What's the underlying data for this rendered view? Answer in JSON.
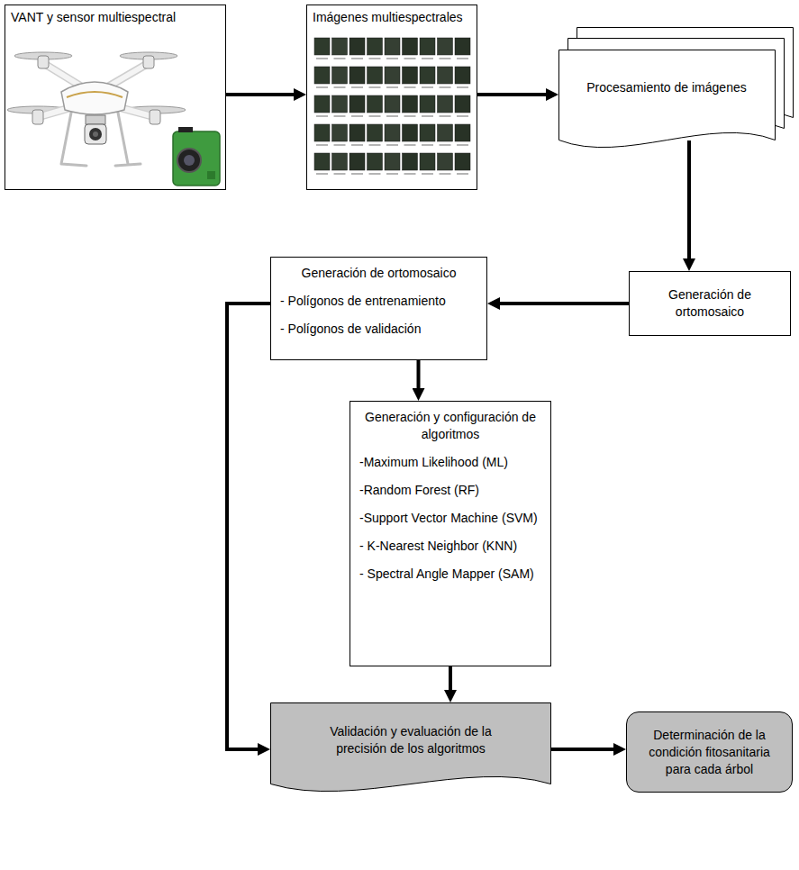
{
  "diagram": {
    "nodes": [
      {
        "text": [
          "VANT y sensor multiespectral"
        ]
      },
      {
        "text": [
          "Imágenes multiespectrales"
        ]
      },
      {
        "text": [
          "Procesamiento de imágenes"
        ]
      },
      {
        "text": [
          "Generación de ortomosaico"
        ]
      },
      {
        "text": [
          "Generación de ortomosaico",
          "- Polígonos de entrenamiento",
          "- Polígonos de validación"
        ]
      },
      {
        "text": [
          "Generación y configuración de algoritmos",
          "-Maximum Likelihood (ML)",
          "-Random Forest (RF)",
          "-Support Vector Machine (SVM)",
          "- K-Nearest Neighbor (KNN)",
          "- Spectral Angle Mapper (SAM)"
        ]
      },
      {
        "text": [
          "Validación y evaluación de la precisión de los algoritmos"
        ]
      },
      {
        "text": [
          "Determinación de la condición fitosanitaria para cada árbol"
        ]
      }
    ],
    "edges": [
      {
        "from": 0,
        "to": 1,
        "arrow": "to"
      },
      {
        "from": 1,
        "to": 2,
        "arrow": "to"
      },
      {
        "from": 2,
        "to": 3,
        "arrow": "to"
      },
      {
        "from": 3,
        "to": 4,
        "arrow": "to"
      },
      {
        "from": 4,
        "to": 5,
        "arrow": "to"
      },
      {
        "from": 5,
        "to": 6,
        "arrow": "to"
      },
      {
        "from": 4,
        "to": 6,
        "arrow": "to"
      },
      {
        "from": 6,
        "to": 7,
        "arrow": "to"
      }
    ]
  }
}
